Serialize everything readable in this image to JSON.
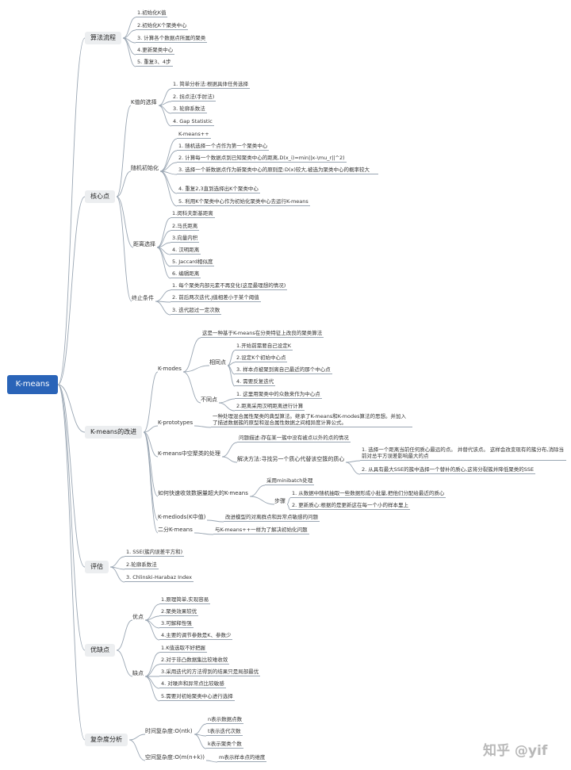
{
  "root": "K-means",
  "branches": {
    "algo": {
      "title": "算法流程",
      "steps": [
        "1.初始化K值",
        "2.初始化K个聚类中心",
        "3. 计算各个数据点所属的聚类",
        "4.更新聚类中心",
        "5. 重复3、4步"
      ]
    },
    "core": {
      "title": "核心点",
      "k_select": {
        "title": "K值的选择",
        "items": [
          "1. 简单分析法:根据具体任务选择",
          "2. 拐点法(手肘法)",
          "3. 轮廓系数法",
          "4. Gap Statistic"
        ]
      },
      "init": {
        "title": "随机初始化",
        "items": [
          "K-means++",
          "1. 随机选择一个点作为第一个聚类中心",
          "2. 计算每一个数据点到已知聚类中心的距离,D(x_i)=min||x-\\mu_r||^2)",
          "3. 选择一个新数据点作为新聚类中心的原则是:D(x)较大,被选为聚类中心的概率较大",
          "4. 重复2,3直到选择出K个聚类中心",
          "5. 利用K个聚类中心作为初始化聚类中心去运行K-means"
        ]
      },
      "distance": {
        "title": "距离选择",
        "items": [
          "1.闵科夫斯基距离",
          "2.马氏距离",
          "3.向量内积",
          "4. 汉明距离",
          "5. Jaccard相似度",
          "6. 编辑距离"
        ]
      },
      "stop": {
        "title": "终止条件",
        "items": [
          "1. 每个聚类内部元素不再变化(这是最理想的情况)",
          "2. 前后两次迭代,J值相差小于某个阈值",
          "3. 迭代超过一定次数"
        ]
      }
    },
    "improve": {
      "title": "K-means的改进",
      "kmodes": {
        "title": "K-modes",
        "desc": "这是一种基于K-means在分类特征上改良的聚类算法",
        "same_title": "相同点",
        "same": [
          "1.开始前需要自己设定K",
          "2.设定K个初始中心点",
          "3. 样本点被聚到离自己最近的那个中心点",
          "4. 需要反复迭代"
        ],
        "diff_title": "不同点",
        "diff": [
          "1. 这里用聚类中的众数来作为中心点",
          "2.距离采用汉明距离进行计算"
        ]
      },
      "kproto": {
        "title": "K-prototypes",
        "desc": "一种处理混合属性聚类的典型算法。继承了K-means和K-modes算法的思想。并加入了描述数据簇的原型和混合属性数据之间相异度计算公式。"
      },
      "empty": {
        "title": "K-means中空聚类的处理",
        "issue": "问题描述:存在某一簇中没有被点以外的点的情况",
        "solve_title": "解决方法:寻找另一个质心代替该空簇的质心",
        "solve": [
          "1. 选择一个距离当前任何质心最远的点。 并替代该点。 这样会改变现有的簇分布,消除当前对总平方误差影响最大的点",
          "2. 从具有最大SSE的簇中选择一个替补的质心,这将分裂簇并降低聚类的SSE"
        ]
      },
      "bigdata": {
        "title": "如何快速收敛数据量超大的K-means",
        "mini": "采用minibatch处理",
        "steps_title": "步骤",
        "steps": [
          "1. 从数据中随机抽取一些数据形成小批量,把他们分配给最近的质心",
          "2. 更新质心:根据的是更新这在每一个小的样本里上"
        ]
      },
      "kmedoids": {
        "title": "K-mediods(K中值)",
        "desc": "改进模型的对离群点和异常点敏感的问题"
      },
      "bisect": {
        "title": "二分K-means",
        "desc": "与K-means++一样为了解决初始化问题"
      }
    },
    "eval": {
      "title": "评估",
      "items": [
        "1. SSE(簇内误差平方和)",
        "2.轮廓系数法",
        "3. Chlinski-Harabaz Index"
      ]
    },
    "proscons": {
      "title": "优缺点",
      "pros_title": "优点",
      "pros": [
        "1.原理简单,实现容易",
        "2.聚类效果较优",
        "3.可解释性强",
        "4.主要的调节参数是K、参数少"
      ],
      "cons_title": "缺点",
      "cons": [
        "1.K值选取不好把握",
        "2.对于非凸数据集比较难收敛",
        "3.采用迭代的方法得到的结果只是局部最优",
        "4. 对噪声和异常点比较敏感",
        "5.需要对初始聚类中心进行选择"
      ]
    },
    "complexity": {
      "title": "复杂度分析",
      "time_title": "时间复杂度:O(ntk)",
      "time": [
        "n表示数据点数",
        "t表示迭代次数",
        "k表示聚类个数"
      ],
      "space_title": "空间复杂度:O(m(n+k))",
      "space": [
        "m表示样本点的维度"
      ]
    }
  },
  "watermark": "知乎 @yif",
  "colors": {
    "root": "#2a64b8",
    "branch": "#eceef0",
    "line": "#9aa6b3"
  }
}
